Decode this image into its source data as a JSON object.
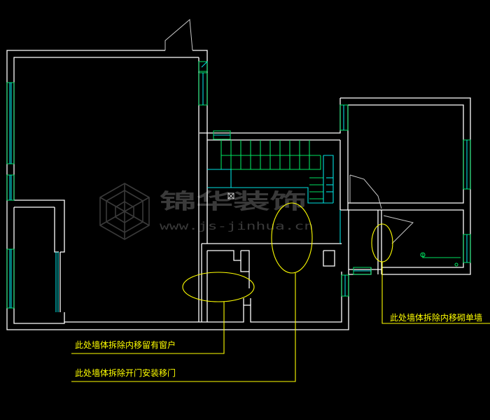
{
  "watermark": {
    "brand_text": "锦华装饰",
    "url_text": "www.js-jinhua.cn"
  },
  "annotations": [
    {
      "id": "note-1",
      "text": "此处墙体拆除内移砌单墙"
    },
    {
      "id": "note-2",
      "text": "此处墙体拆除内移留有窗户"
    },
    {
      "id": "note-3",
      "text": "此处墙体拆除开门安装移门"
    }
  ],
  "colors": {
    "background": "#000000",
    "walls": "#ffffff",
    "windows": "#00e0e0",
    "stairs": "#00e060",
    "annotations": "#ffff00"
  },
  "icons": [
    "watermark-logo-icon",
    "crosshair-marker-icon"
  ]
}
